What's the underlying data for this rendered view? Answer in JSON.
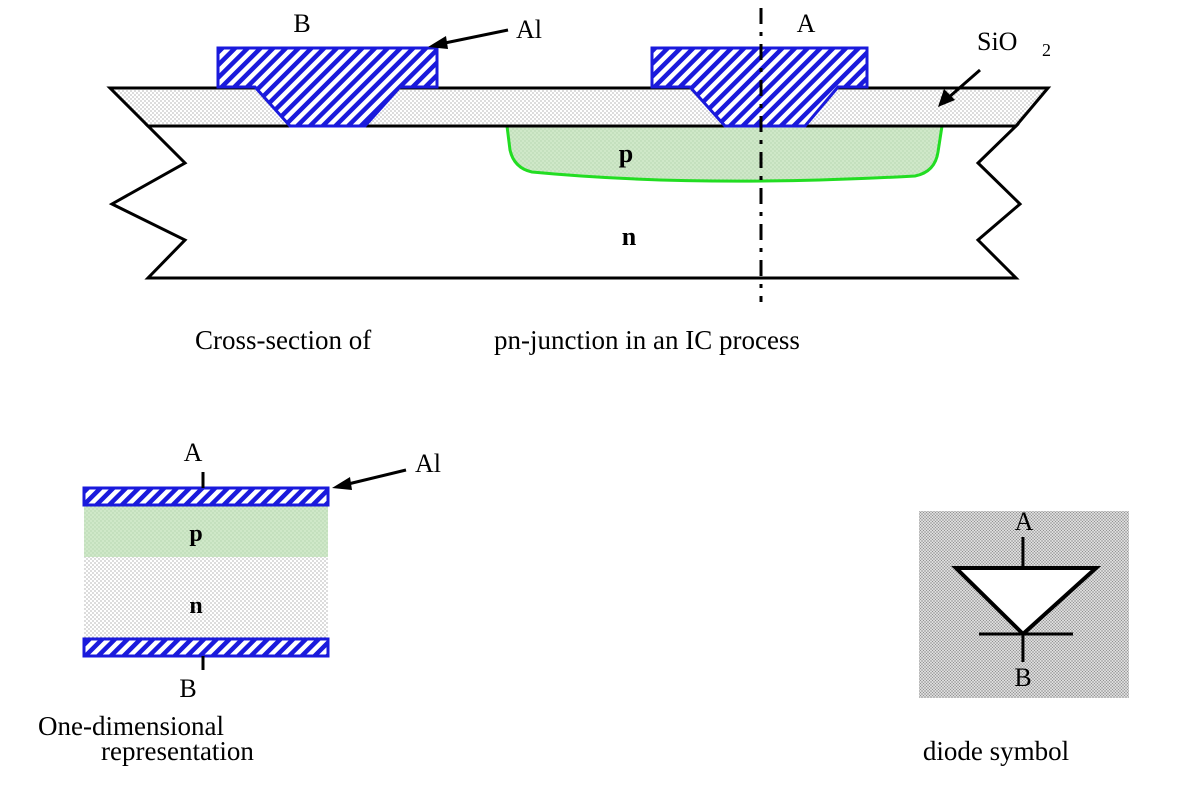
{
  "cross_section": {
    "label_b": "B",
    "label_a": "A",
    "label_al": "Al",
    "label_sio2_main": "SiO",
    "label_sio2_sub": "2",
    "label_p": "p",
    "label_n": "n",
    "caption_left": "Cross-section of",
    "caption_right": "pn-junction in an IC process"
  },
  "one_dim": {
    "label_a": "A",
    "label_b": "B",
    "label_al": "Al",
    "label_p": "p",
    "label_n": "n",
    "caption_line1": "One-dimensional",
    "caption_line2": "representation"
  },
  "diode": {
    "label_a": "A",
    "label_b": "B",
    "caption": "diode symbol"
  },
  "colors": {
    "metal_blue": "#1a1adc",
    "p_region_fill": "#cfe8c8",
    "p_region_outline": "#22dd22",
    "oxide_fill": "#e6e6e6",
    "symbol_background": "#c9c9c9"
  }
}
